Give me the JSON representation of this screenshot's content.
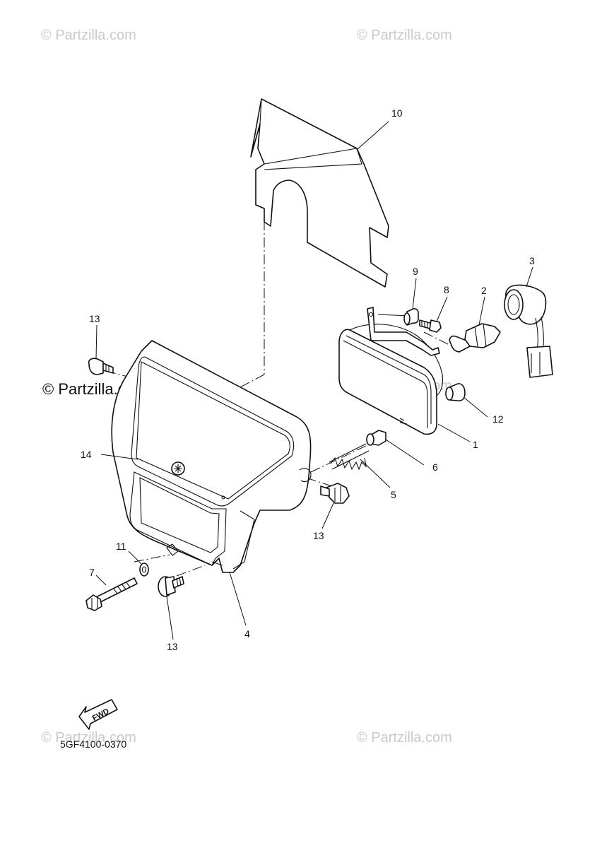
{
  "watermarks": [
    {
      "text": "© Partzilla.com",
      "style": "faint"
    },
    {
      "text": "© Partzilla.com",
      "style": "faint"
    },
    {
      "text": "© Partzilla.com",
      "style": "bold"
    },
    {
      "text": "© Partzilla.com",
      "style": "faint"
    },
    {
      "text": "© Partzilla.com",
      "style": "faint"
    },
    {
      "text": "© Partzilla.com",
      "style": "faint"
    }
  ],
  "callouts": [
    {
      "id": "c10",
      "text": "10"
    },
    {
      "id": "c9",
      "text": "9"
    },
    {
      "id": "c8",
      "text": "8"
    },
    {
      "id": "c2",
      "text": "2"
    },
    {
      "id": "c3",
      "text": "3"
    },
    {
      "id": "c13a",
      "text": "13"
    },
    {
      "id": "c12",
      "text": "12"
    },
    {
      "id": "c1",
      "text": "1"
    },
    {
      "id": "c6",
      "text": "6"
    },
    {
      "id": "c14",
      "text": "14"
    },
    {
      "id": "c5",
      "text": "5"
    },
    {
      "id": "c13b",
      "text": "13"
    },
    {
      "id": "c11",
      "text": "11"
    },
    {
      "id": "c7",
      "text": "7"
    },
    {
      "id": "c4",
      "text": "4"
    },
    {
      "id": "c13c",
      "text": "13"
    }
  ],
  "fwd_label": "FWD",
  "diagram_code": "5GF4100-0370",
  "colors": {
    "ink": "#111111",
    "watermark": "#c9c9c9",
    "background": "#ffffff"
  }
}
